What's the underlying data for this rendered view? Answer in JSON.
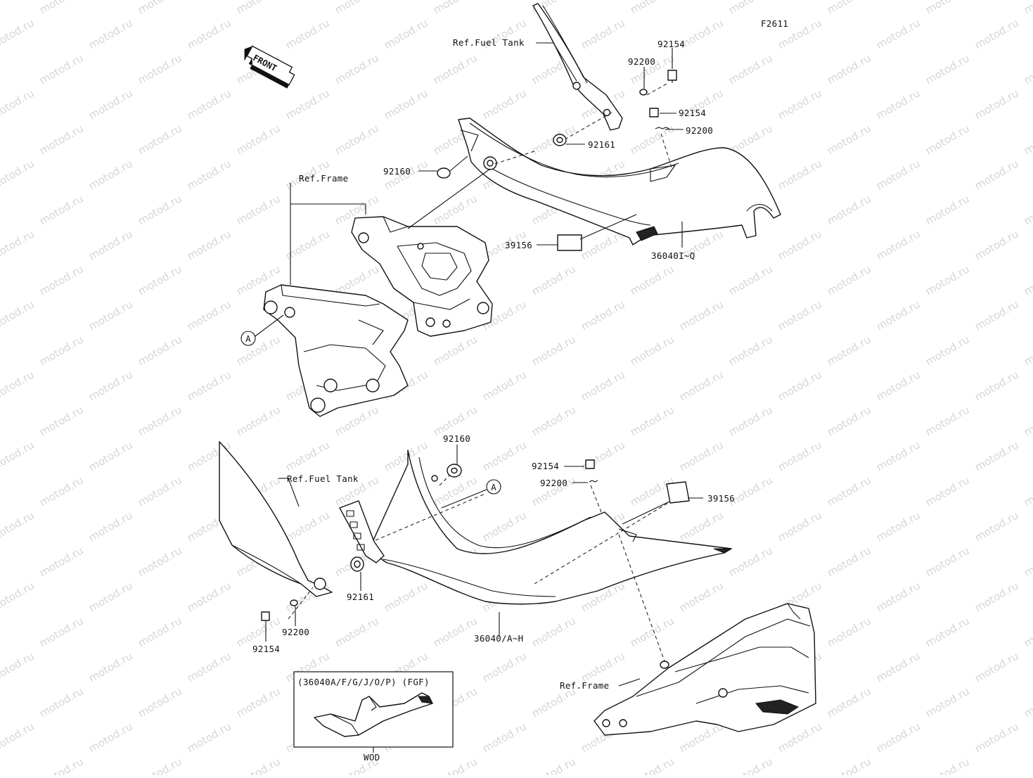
{
  "figure_code": "F2611",
  "watermark": "motod.ru",
  "front_arrow": "FRONT",
  "labels": {
    "ref_fuel_tank_top": "Ref.Fuel Tank",
    "p92154_a": "92154",
    "p92200_a": "92200",
    "p92154_b": "92154",
    "p92200_b": "92200",
    "p92161_top": "92161",
    "p92160_top": "92160",
    "ref_frame_top": "Ref.Frame",
    "p39156_top": "39156",
    "p36040_iq": "36040I~Q",
    "ref_a_top": "A",
    "p92160_bottom": "92160",
    "p92154_c": "92154",
    "p92200_c": "92200",
    "ref_a_bottom": "A",
    "p39156_bottom": "39156",
    "ref_fuel_tank_bottom": "Ref.Fuel Tank",
    "p92161_bottom": "92161",
    "p92200_d": "92200",
    "p92154_d": "92154",
    "p36040_ah": "36040/A~H",
    "ref_frame_bottom": "Ref.Frame"
  },
  "inset": {
    "header": "(36040A/F/G/J/O/P)  (FGF)",
    "caption": "WOD"
  }
}
